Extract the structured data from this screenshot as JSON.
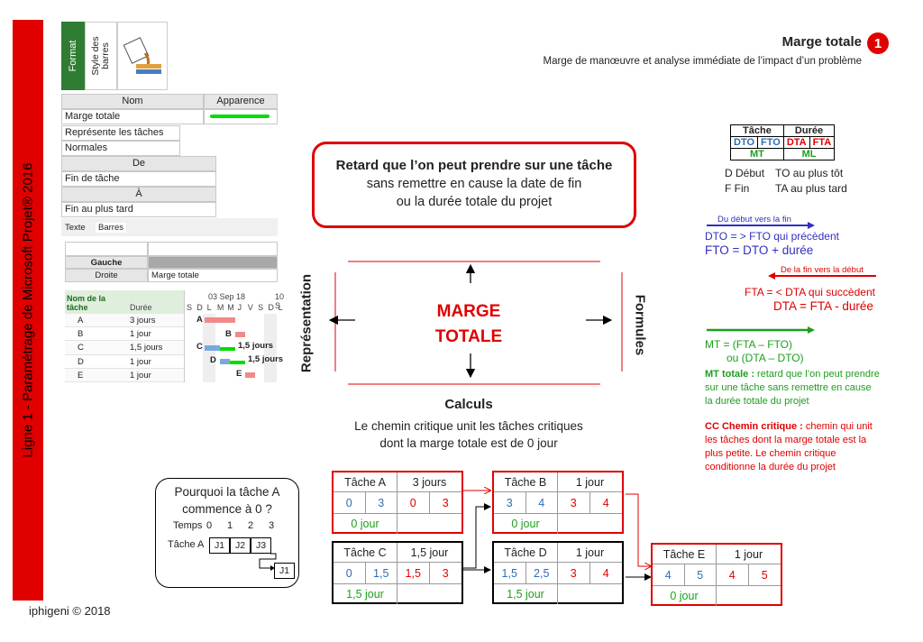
{
  "sidebar": {
    "label": "Ligne 1 - Paramétrage de Microsoft Projet® 2016"
  },
  "footer": "iphigeni © 2018",
  "header": {
    "title": "Marge totale",
    "badge": "1",
    "subtitle": "Marge de manœuvre et analyse immédiate de l’impact d’un problème"
  },
  "ribbon": {
    "format": "Format",
    "style": "Style des barres"
  },
  "style_table": {
    "col_nom": "Nom",
    "col_apparence": "Apparence",
    "row_name": "Marge totale",
    "represente": "Représente les tâches",
    "normales": "Normales",
    "de": "De",
    "fin_tache": "Fin de tâche",
    "a": "À",
    "fin_plus_tard": "Fin au plus tard",
    "tab_texte": "Texte",
    "tab_barres": "Barres",
    "gauche": "Gauche",
    "droite": "Droite",
    "droite_val": "Marge totale"
  },
  "gantt": {
    "col_name": "Nom de la tâche",
    "col_dur": "Durée",
    "week": "03 Sep 18",
    "week2": "10 S",
    "days": [
      "S",
      "D",
      "L",
      "M",
      "M",
      "J",
      "V",
      "S",
      "D",
      "L"
    ],
    "tasks": [
      {
        "name": "A",
        "dur": "3 jours"
      },
      {
        "name": "B",
        "dur": "1 jour"
      },
      {
        "name": "C",
        "dur": "1,5 jours"
      },
      {
        "name": "D",
        "dur": "1 jour"
      },
      {
        "name": "E",
        "dur": "1 jour"
      }
    ],
    "labels": {
      "A": "A",
      "B": "B",
      "C": "C",
      "D": "D",
      "E": "E",
      "c_slack": "1,5 jours",
      "d_slack": "1,5 jours"
    }
  },
  "callout": {
    "line1": "Retard que l’on peut prendre sur une tâche",
    "line2": "sans remettre en cause la date de fin",
    "line3": "ou la durée totale du projet"
  },
  "center": {
    "line1": "MARGE",
    "line2": "TOTALE"
  },
  "representation": "Représentation",
  "formules": "Formules",
  "calculs": {
    "title": "Calculs",
    "line1": "Le chemin critique unit les tâches critiques",
    "line2": "dont la marge totale est de 0 jour"
  },
  "legend": {
    "tache": "Tâche",
    "duree": "Durée",
    "dto": "DTO",
    "fto": "FTO",
    "dta": "DTA",
    "fta": "FTA",
    "mt": "MT",
    "ml": "ML",
    "d_debut": "D Début",
    "f_fin": "F Fin",
    "to": "TO au plus tôt",
    "ta": "TA au plus tard",
    "arrow1": "Du début vers la fin",
    "f1a": "DTO = > FTO qui précèdent",
    "f1b": "FTO = DTO + durée",
    "arrow2": "De la fin vers la début",
    "f2a": "FTA = < DTA qui succèdent",
    "f2b": "DTA = FTA - durée",
    "f3a": "MT = (FTA – FTO)",
    "f3b": "ou (DTA – DTO)",
    "mt_head": "MT totale :",
    "mt_text": " retard que l’on peut prendre sur une tâche sans remettre en cause la durée totale du projet",
    "cc_head": "CC Chemin critique :",
    "cc_text": " chemin qui unit les tâches dont la marge totale est la plus petite. Le chemin critique conditionne la durée du projet"
  },
  "nodes": {
    "A": {
      "name": "Tâche A",
      "dur": "3 jours",
      "dto": "0",
      "fto": "3",
      "dta": "0",
      "fta": "3",
      "mt": "0 jour"
    },
    "B": {
      "name": "Tâche B",
      "dur": "1 jour",
      "dto": "3",
      "fto": "4",
      "dta": "3",
      "fta": "4",
      "mt": "0 jour"
    },
    "C": {
      "name": "Tâche C",
      "dur": "1,5 jour",
      "dto": "0",
      "fto": "1,5",
      "dta": "1,5",
      "fta": "3",
      "mt": "1,5 jour"
    },
    "D": {
      "name": "Tâche D",
      "dur": "1 jour",
      "dto": "1,5",
      "fto": "2,5",
      "dta": "3",
      "fta": "4",
      "mt": "1,5 jour"
    },
    "E": {
      "name": "Tâche E",
      "dur": "1 jour",
      "dto": "4",
      "fto": "5",
      "dta": "4",
      "fta": "5",
      "mt": "0 jour"
    }
  },
  "question": {
    "line1": "Pourquoi la tâche A",
    "line2": "commence à 0 ?",
    "temps": "Temps",
    "ticks": [
      "0",
      "1",
      "2",
      "3"
    ],
    "tache_a": "Tâche A",
    "j": [
      "J1",
      "J2",
      "J3",
      "J1"
    ]
  },
  "colors": {
    "accent": "#e00000",
    "blue": "#2d6db5",
    "green": "#1e9e1e",
    "bar_green": "#00dd00"
  }
}
